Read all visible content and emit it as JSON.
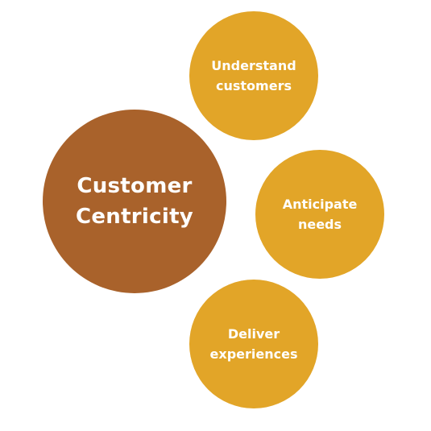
{
  "colors": {
    "center": "#a9622b",
    "outer": "#e2a528",
    "text": "#ffffff"
  },
  "center": {
    "label": "Customer\nCentricity"
  },
  "outer_circles": [
    {
      "label": "Understand\ncustomers"
    },
    {
      "label": "Anticipate\nneeds"
    },
    {
      "label": "Deliver\nexperiences"
    }
  ]
}
